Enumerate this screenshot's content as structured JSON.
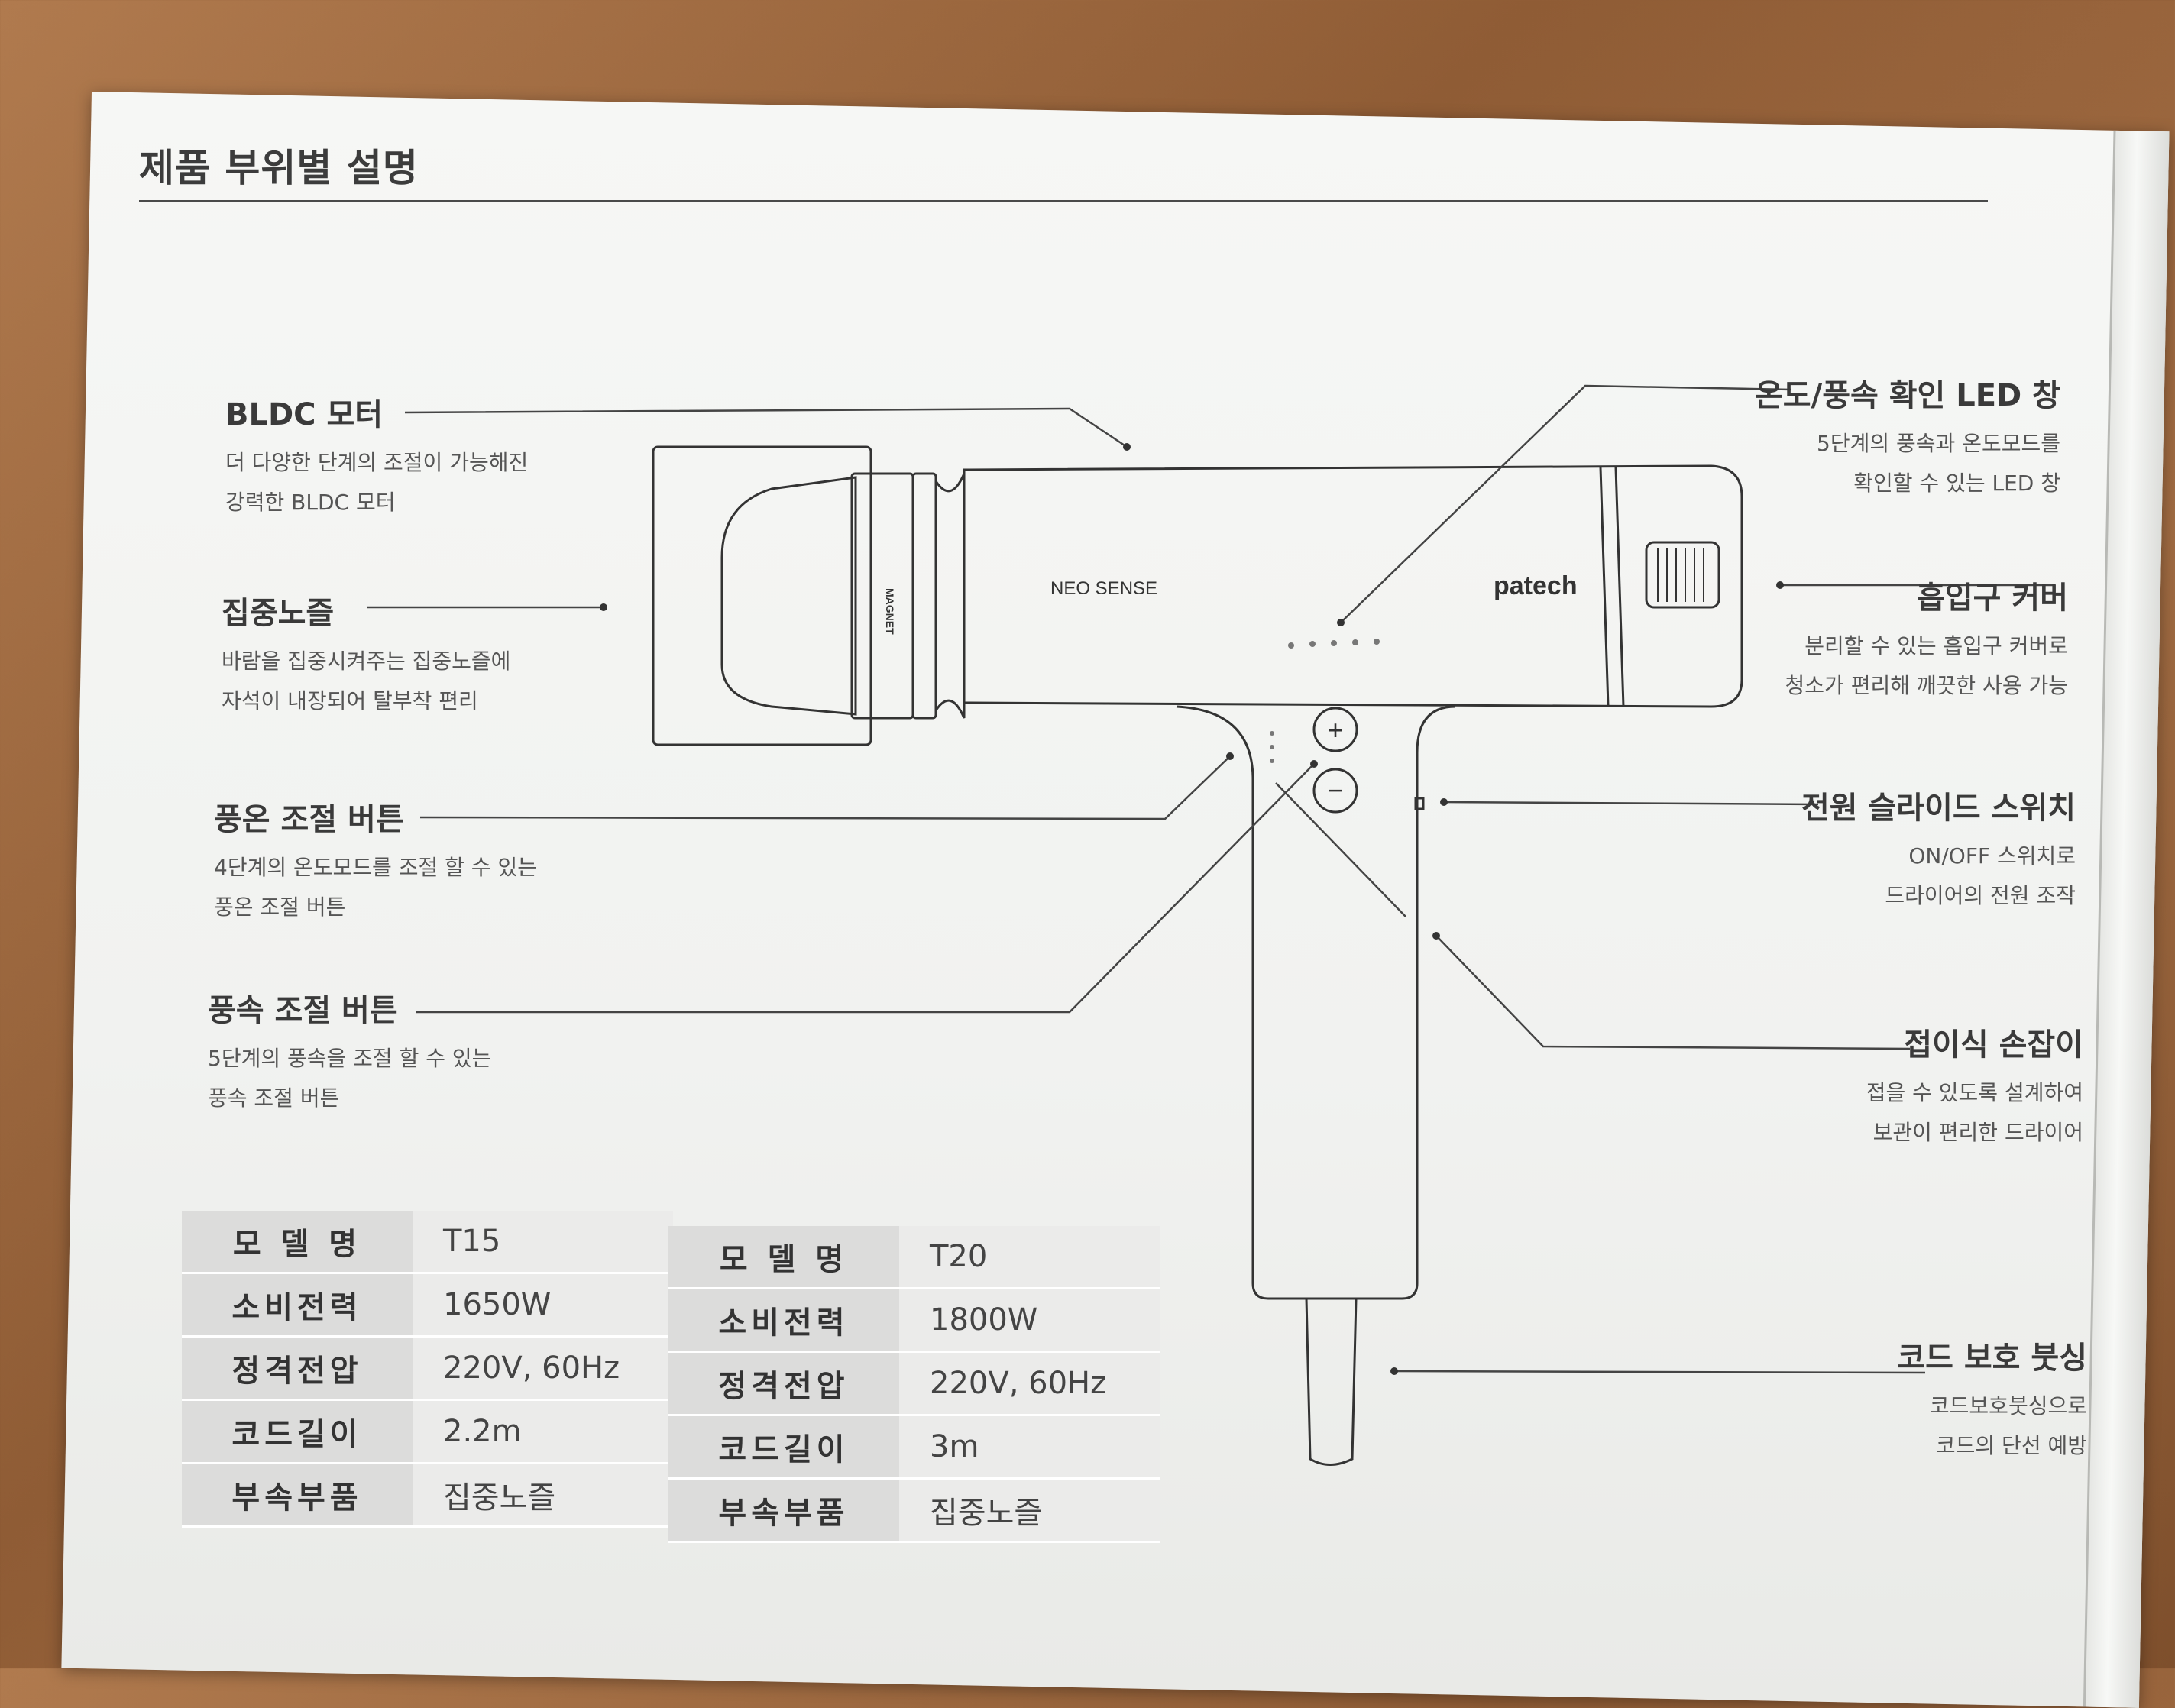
{
  "page_title": "제품 부위별 설명",
  "product": {
    "model_text": "NEO SENSE",
    "brand": "patech",
    "magnet_text": "MAGNET"
  },
  "controls": {
    "plus": "+",
    "minus": "−"
  },
  "labels_left": [
    {
      "title": "BLDC 모터",
      "desc": [
        "더 다양한 단계의 조절이 가능해진",
        "강력한 BLDC 모터"
      ]
    },
    {
      "title": "집중노즐",
      "desc": [
        "바람을 집중시켜주는 집중노즐에",
        "자석이 내장되어 탈부착 편리"
      ]
    },
    {
      "title": "풍온 조절 버튼",
      "desc": [
        "4단계의 온도모드를 조절 할 수 있는",
        "풍온 조절 버튼"
      ]
    },
    {
      "title": "풍속 조절 버튼",
      "desc": [
        "5단계의 풍속을 조절 할 수 있는",
        "풍속 조절 버튼"
      ]
    }
  ],
  "labels_right": [
    {
      "title": "온도/풍속 확인 LED 창",
      "desc": [
        "5단계의 풍속과 온도모드를",
        "확인할 수 있는 LED 창"
      ]
    },
    {
      "title": "흡입구 커버",
      "desc": [
        "분리할 수 있는 흡입구 커버로",
        "청소가 편리해 깨끗한 사용 가능"
      ]
    },
    {
      "title": "전원 슬라이드 스위치",
      "desc": [
        "ON/OFF 스위치로",
        "드라이어의 전원 조작"
      ]
    },
    {
      "title": "접이식 손잡이",
      "desc": [
        "접을 수 있도록 설계하여",
        "보관이 편리한 드라이어"
      ]
    },
    {
      "title": "코드 보호 붓싱",
      "desc": [
        "코드보호붓싱으로",
        "코드의 단선 예방"
      ]
    }
  ],
  "spec_tables": [
    {
      "rows": [
        {
          "key": "모 델 명",
          "value": "T15"
        },
        {
          "key": "소비전력",
          "value": "1650W"
        },
        {
          "key": "정격전압",
          "value": "220V, 60Hz"
        },
        {
          "key": "코드길이",
          "value": "2.2m"
        },
        {
          "key": "부속부품",
          "value": "집중노즐"
        }
      ]
    },
    {
      "rows": [
        {
          "key": "모 델 명",
          "value": "T20"
        },
        {
          "key": "소비전력",
          "value": "1800W"
        },
        {
          "key": "정격전압",
          "value": "220V, 60Hz"
        },
        {
          "key": "코드길이",
          "value": "3m"
        },
        {
          "key": "부속부품",
          "value": "집중노즐"
        }
      ]
    }
  ]
}
